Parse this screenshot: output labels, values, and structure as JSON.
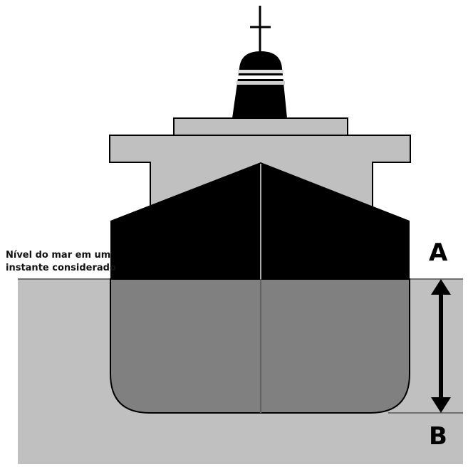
{
  "labels": {
    "sea_level_line1": "Nível do mar em um",
    "sea_level_line2": "instante considerado",
    "point_a": "A",
    "point_b": "B"
  },
  "colors": {
    "background": "#ffffff",
    "sea": "#c0c0c0",
    "sea_line": "#707070",
    "superstructure": "#c0c0c0",
    "hull_above_water": "#000000",
    "hull_below_water": "#808080",
    "outline": "#000000",
    "arrow": "#000000"
  },
  "icons": {
    "mast": "mast-cross-icon",
    "arrow": "double-headed-vertical-arrow-icon"
  }
}
